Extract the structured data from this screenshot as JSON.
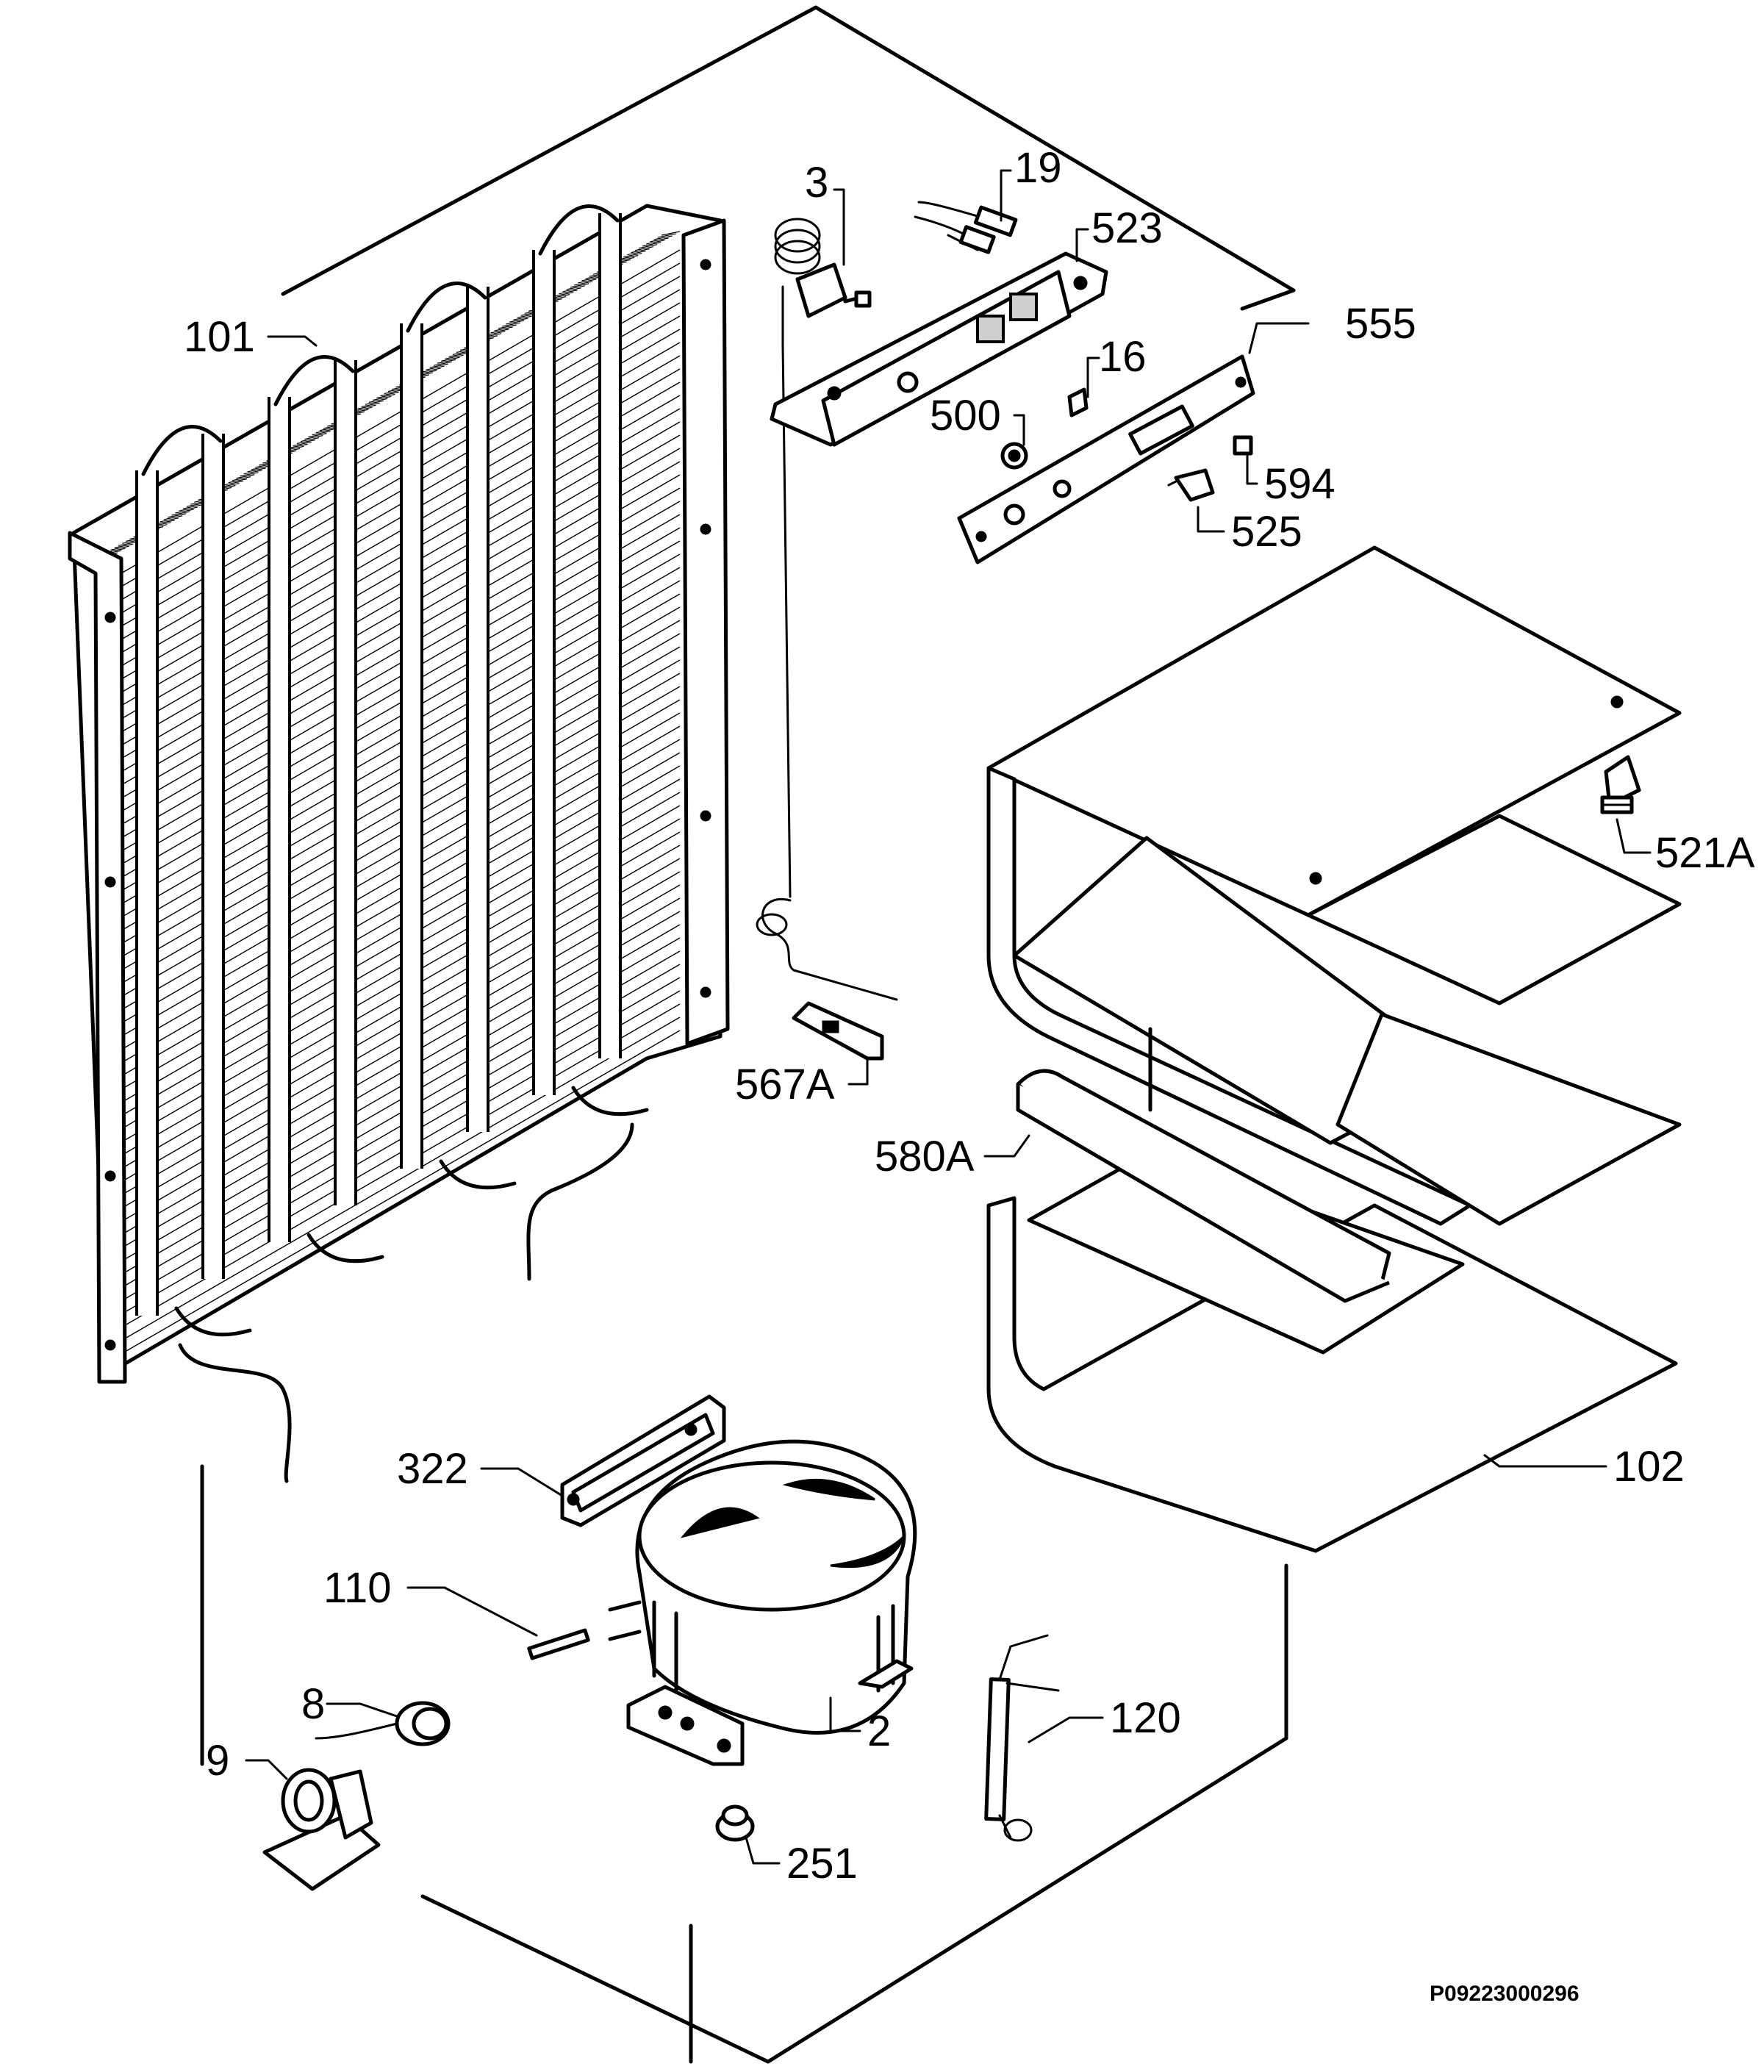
{
  "labels": {
    "p3": "3",
    "p19": "19",
    "p523": "523",
    "p101": "101",
    "p555": "555",
    "p16": "16",
    "p500": "500",
    "p594": "594",
    "p525": "525",
    "p521a": "521A",
    "p567a": "567A",
    "p580a": "580A",
    "p102": "102",
    "p322": "322",
    "p110": "110",
    "p8": "8",
    "p9": "9",
    "p2": "2",
    "p120": "120",
    "p251": "251"
  },
  "reference_code": "P09223000296"
}
